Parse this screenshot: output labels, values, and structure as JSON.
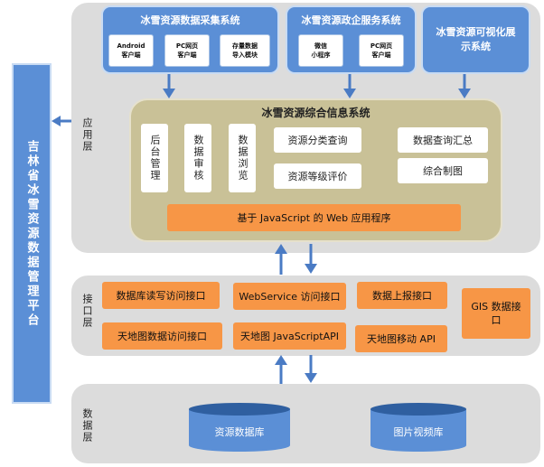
{
  "platform": {
    "label": "吉林省冰雪资源数据管理平台"
  },
  "layers": {
    "application": {
      "label": "应用层"
    },
    "interface": {
      "label": "接口层"
    },
    "data": {
      "label": "数据层"
    }
  },
  "systems": {
    "collection": {
      "title": "冰雪资源数据采集系统",
      "tiles": [
        "Android\n客户端",
        "PC网页\n客户端",
        "存量数据\n导入模块"
      ]
    },
    "government": {
      "title": "冰雪资源政企服务系统",
      "tiles": [
        "微信\n小程序",
        "PC网页\n客户端"
      ]
    },
    "visualization": {
      "title": "冰雪资源可视化展示系统"
    }
  },
  "info_system": {
    "title": "冰雪资源综合信息系统",
    "vertical_cards": [
      "后台管理",
      "数据审核",
      "数据浏览"
    ],
    "cards": [
      "资源分类查询",
      "资源等级评价",
      "数据查询汇总",
      "综合制图"
    ],
    "web_app": "基于 JavaScript 的 Web 应用程序"
  },
  "interfaces": [
    "数据库读写访问接口",
    "WebService 访问接口",
    "数据上报接口",
    "GIS 数据接口",
    "天地图数据访问接口",
    "天地图 JavaScriptAPI",
    "天地图移动 API"
  ],
  "databases": [
    "资源数据库",
    "图片视频库"
  ],
  "colors": {
    "blue": "#5b8fd6",
    "orange": "#f79646",
    "tan": "#c9c197",
    "layer": "#dcdcdc"
  }
}
